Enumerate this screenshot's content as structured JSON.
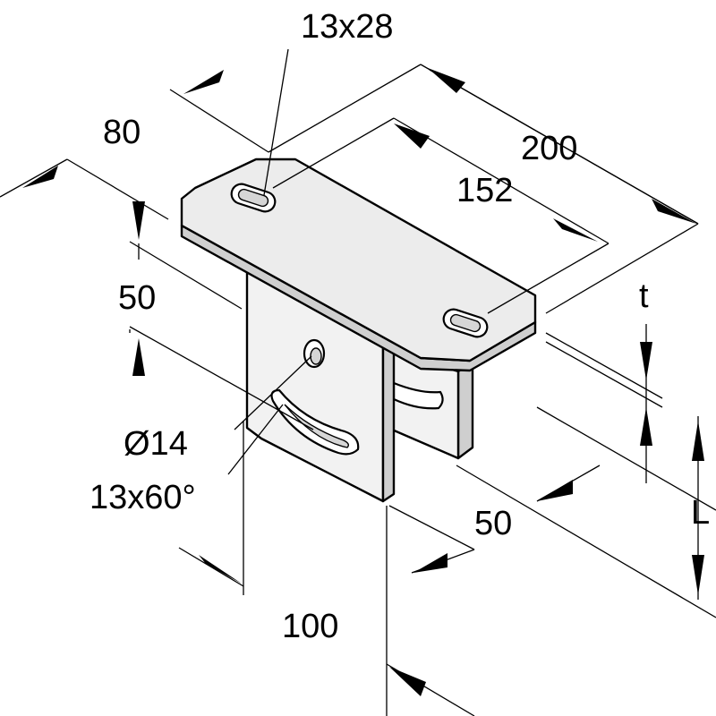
{
  "drawing": {
    "labels": {
      "slot_top": "13x28",
      "width_80": "80",
      "length_200": "200",
      "hole_spacing_152": "152",
      "thickness_t": "t",
      "height_50_left": "50",
      "hole_diameter": "Ø14",
      "slot_arc": "13x60°",
      "height_L": "L",
      "depth_50": "50",
      "width_100": "100"
    }
  }
}
